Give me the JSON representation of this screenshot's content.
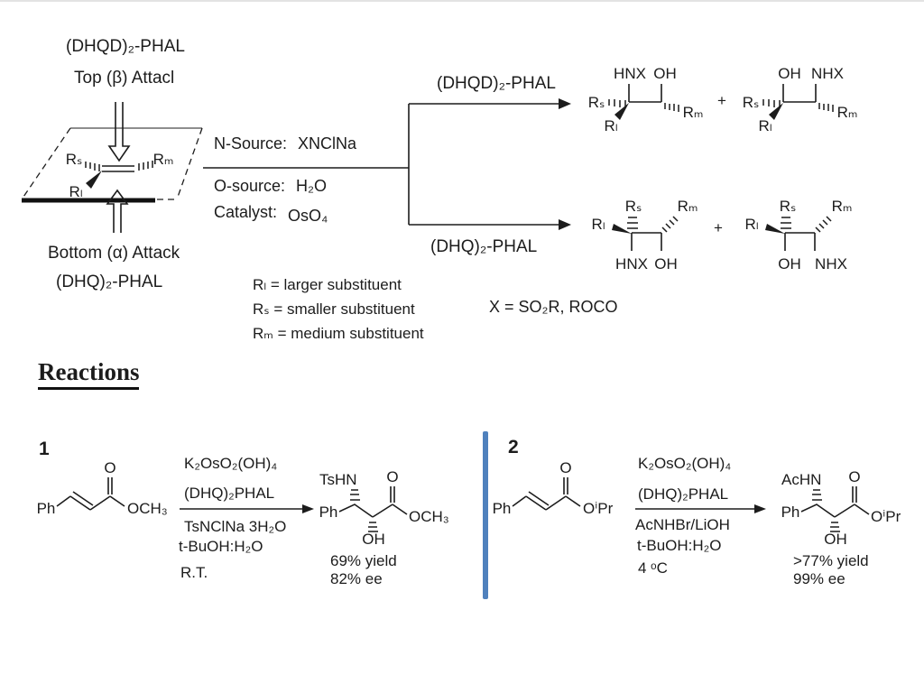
{
  "colors": {
    "divider": "#4f81bd",
    "text": "#1c1c1c"
  },
  "scheme": {
    "top_catalyst": "(DHQD)₂-PHAL",
    "top_attack": "Top (β) Attacl",
    "bottom_attack": "Bottom (α) Attack",
    "bottom_catalyst": "(DHQ)₂-PHAL",
    "alkene": {
      "rs": "Rₛ",
      "rm": "Rₘ",
      "rl": "Rₗ"
    },
    "conditions": {
      "n_label": "N-Source:",
      "n_value": "XNClNa",
      "o_label": "O-source:",
      "o_value": "H₂O",
      "cat_label": "Catalyst:",
      "cat_value": "OsO₄"
    },
    "branch_top": "(DHQD)₂-PHAL",
    "branch_bottom": "(DHQ)₂-PHAL",
    "plus": "+",
    "products_top": {
      "a": {
        "n": "HNX",
        "o": "OH",
        "rs": "Rₛ",
        "rm": "Rₘ",
        "rl": "Rₗ"
      },
      "b": {
        "o": "OH",
        "n": "NHX",
        "rs": "Rₛ",
        "rm": "Rₘ",
        "rl": "Rₗ"
      }
    },
    "products_bottom": {
      "a": {
        "n": "HNX",
        "o": "OH",
        "rs": "Rₛ",
        "rm": "Rₘ",
        "rl": "Rₗ"
      },
      "b": {
        "o": "OH",
        "n": "NHX",
        "rs": "Rₛ",
        "rm": "Rₘ",
        "rl": "Rₗ"
      }
    },
    "legend": {
      "rl": "Rₗ = larger substituent",
      "rs": "Rₛ = smaller substituent",
      "rm": "Rₘ = medium substituent",
      "x": "X = SO₂R, ROCO"
    }
  },
  "section_heading": "Reactions",
  "reaction1": {
    "number": "1",
    "substrate": {
      "ph": "Ph",
      "carbonyl_o": "O",
      "ester": "OCH₃"
    },
    "cond_above": [
      "K₂OsO₂(OH)₄",
      "(DHQ)₂PHAL"
    ],
    "cond_below": [
      "TsNClNa 3H₂O",
      "t-BuOH:H₂O",
      "R.T."
    ],
    "product": {
      "amine": "TsHN",
      "carbonyl_o": "O",
      "ph": "Ph",
      "oh": "OH",
      "ester": "OCH₃"
    },
    "results": [
      "69% yield",
      "82% ee"
    ]
  },
  "reaction2": {
    "number": "2",
    "substrate": {
      "ph": "Ph",
      "carbonyl_o": "O",
      "ester": "OⁱPr"
    },
    "cond_above": [
      "K₂OsO₂(OH)₄",
      "(DHQ)₂PHAL"
    ],
    "cond_below": [
      "AcNHBr/LiOH",
      "t-BuOH:H₂O",
      "4 ᵒC"
    ],
    "product": {
      "amine": "AcHN",
      "carbonyl_o": "O",
      "ph": "Ph",
      "oh": "OH",
      "ester": "OⁱPr"
    },
    "results": [
      ">77% yield",
      "99% ee"
    ]
  }
}
